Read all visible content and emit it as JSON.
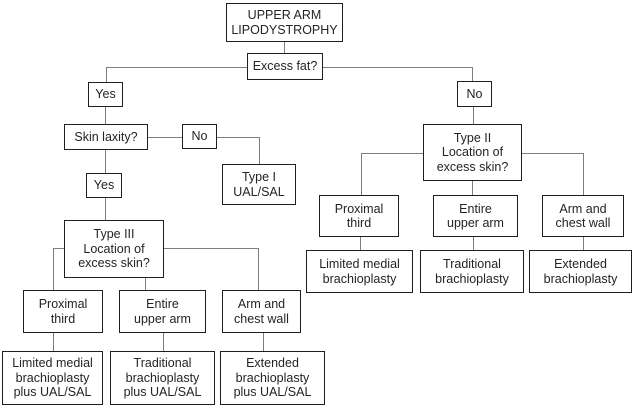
{
  "figure": {
    "type": "flowchart",
    "topic": "Upper arm lipodystrophy surgical decision algorithm"
  },
  "colors": {
    "background": "#ffffff",
    "box_border": "#1f1f1f",
    "box_fill": "#ffffff",
    "connector": "#7d7d7d",
    "text": "#262324"
  },
  "nodes": {
    "root": "UPPER ARM\nLIPODYSTROPHY",
    "excess_fat": "Excess fat?",
    "excess_fat_yes": "Yes",
    "skin_laxity": "Skin laxity?",
    "skin_laxity_no": "No",
    "skin_laxity_yes": "Yes",
    "type_i": "Type I\nUAL/SAL",
    "type_iii": "Type III\nLocation of\nexcess skin?",
    "left_proximal_third": "Proximal\nthird",
    "left_entire_upper_arm": "Entire\nupper arm",
    "left_arm_chest_wall": "Arm and\nchest wall",
    "left_limited": "Limited medial\nbrachioplasty\nplus UAL/SAL",
    "left_traditional": "Traditional\nbrachioplasty\nplus UAL/SAL",
    "left_extended": "Extended\nbrachioplasty\nplus UAL/SAL",
    "excess_fat_no": "No",
    "type_ii": "Type II\nLocation of\nexcess skin?",
    "right_proximal_third": "Proximal\nthird",
    "right_entire_upper_arm": "Entire\nupper arm",
    "right_arm_chest_wall": "Arm and\nchest wall",
    "right_limited": "Limited medial\nbrachioplasty",
    "right_traditional": "Traditional\nbrachioplasty",
    "right_extended": "Extended\nbrachioplasty"
  }
}
